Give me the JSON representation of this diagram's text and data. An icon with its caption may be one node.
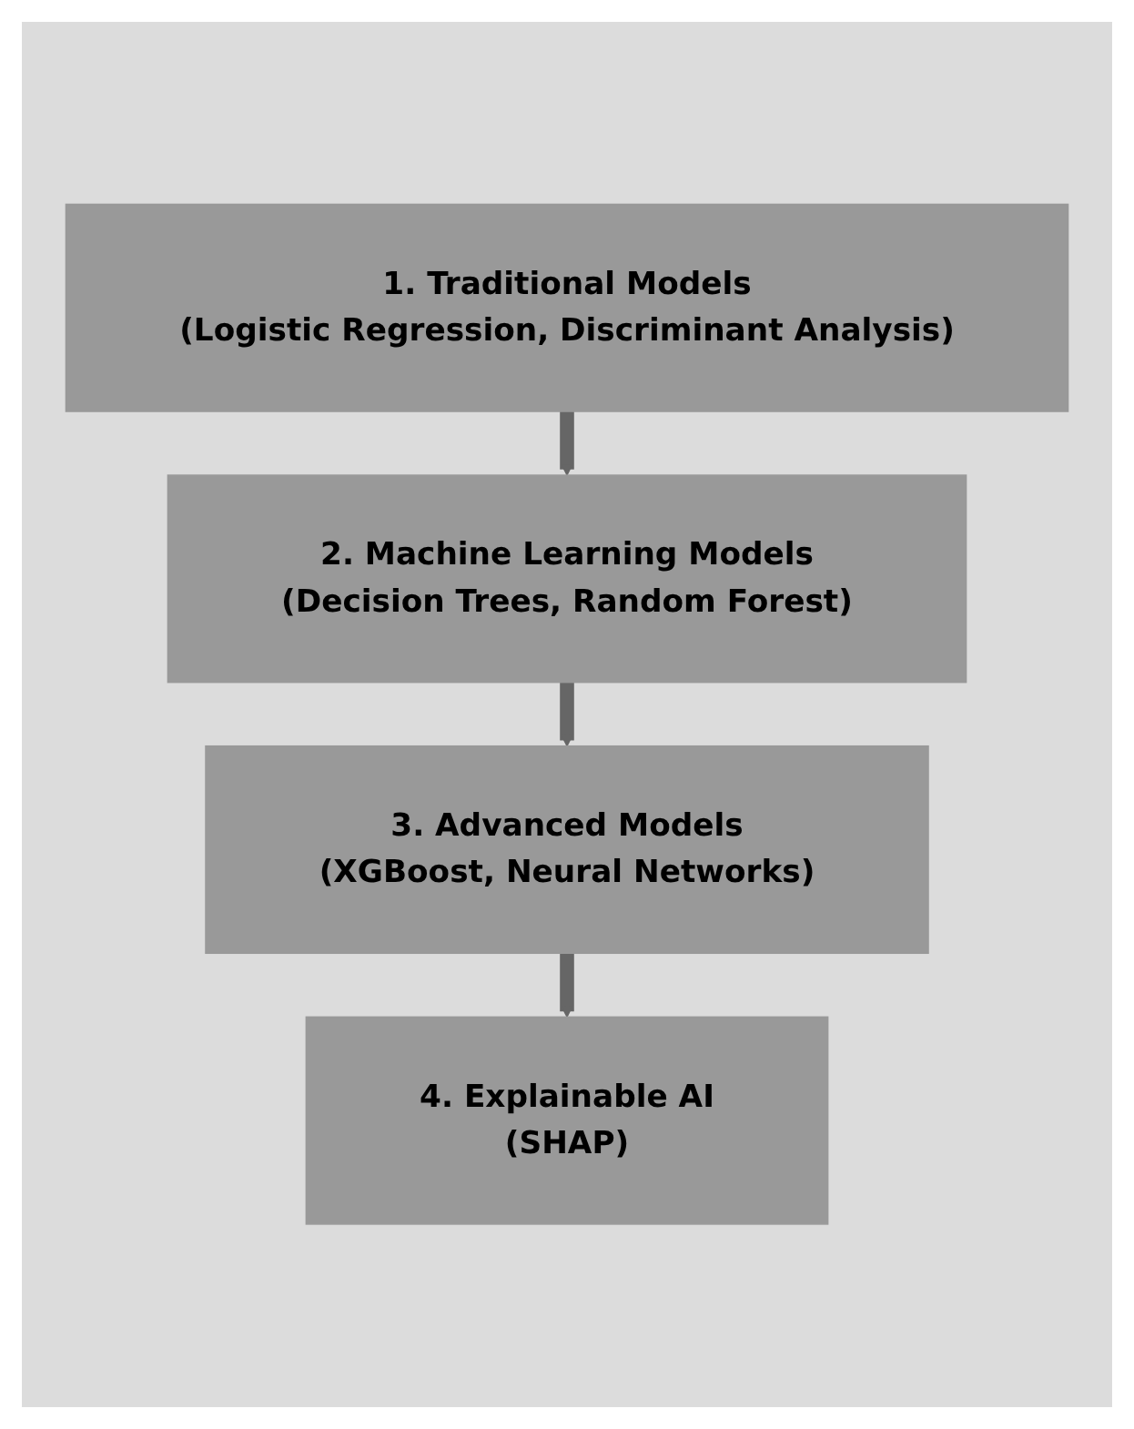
{
  "diagram": {
    "nodes": [
      {
        "text": [
          "1. Traditional Models",
          "(Logistic Regression, Discriminant Analysis)"
        ]
      },
      {
        "text": [
          "2. Machine Learning Models",
          "(Decision Trees, Random Forest)"
        ]
      },
      {
        "text": [
          "3. Advanced Models",
          "(XGBoost, Neural Networks)"
        ]
      },
      {
        "text": [
          "4. Explainable AI",
          "(SHAP)"
        ]
      }
    ],
    "edges": [
      {
        "from": 0,
        "to": 1,
        "arrow": "to"
      },
      {
        "from": 1,
        "to": 2,
        "arrow": "to"
      },
      {
        "from": 2,
        "to": 3,
        "arrow": "to"
      }
    ]
  }
}
